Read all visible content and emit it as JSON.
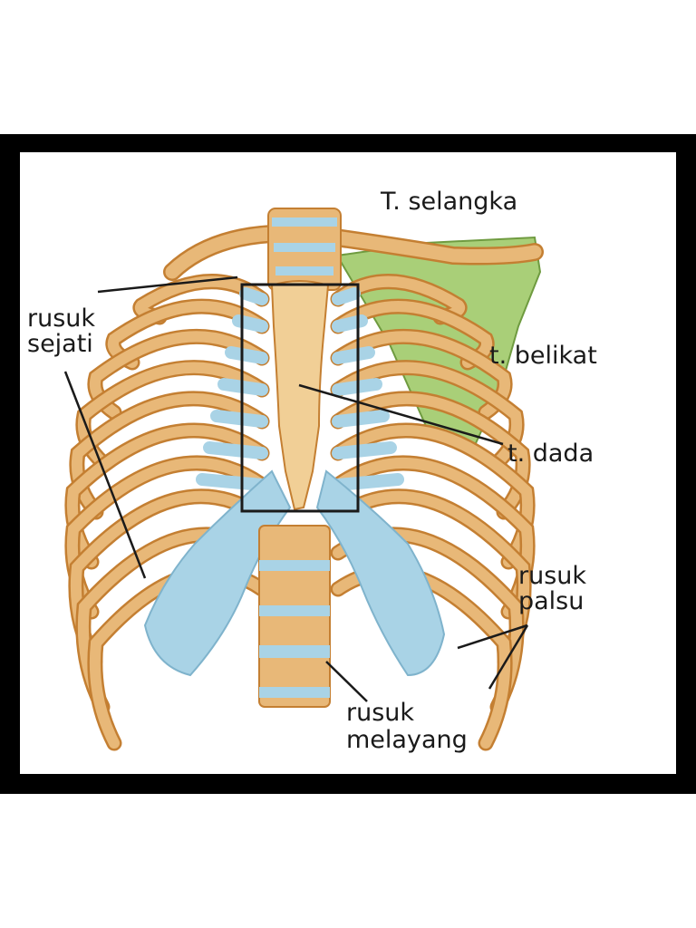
{
  "labels": {
    "clavicle": "T. selangka",
    "true_ribs": [
      "rusuk",
      "sejati"
    ],
    "scapula": "t. belikat",
    "sternum": "t. dada",
    "false_ribs": [
      "rusuk",
      "palsu"
    ],
    "floating_ribs": [
      "rusuk",
      "melayang"
    ]
  },
  "colors": {
    "bone": "#e8b878",
    "bone_outline": "#c47f32",
    "cartilage": "#a9d3e6",
    "scapula": "#a9cf78",
    "frame": "#000000"
  }
}
